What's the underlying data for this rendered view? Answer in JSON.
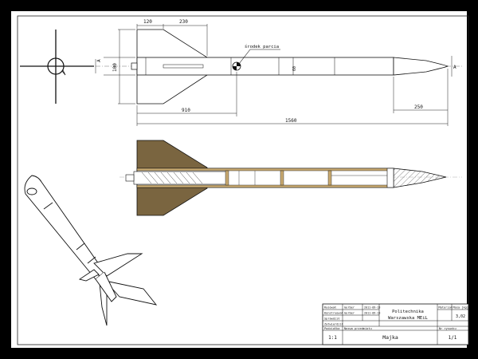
{
  "dimensions": {
    "fin_root_offset": "120",
    "fin_span": "230",
    "body_width": "100",
    "cg_offset": "910",
    "nose_length": "250",
    "total_length": "1560",
    "tube_diameter": "60",
    "end_mark": "A"
  },
  "labels": {
    "center_of_gravity": "środek parcia"
  },
  "title_block": {
    "institution_line1": "Politechnika",
    "institution_line2": "Warszawska MEiL",
    "rows": [
      {
        "role": "Rysował",
        "name": "Gerber",
        "date": "2011-09-13"
      },
      {
        "role": "Konstruował",
        "name": "Gerber",
        "date": "2011-09-13"
      },
      {
        "role": "Sprawdził",
        "name": "",
        "date": ""
      },
      {
        "role": "Zatwierdził",
        "name": "",
        "date": ""
      }
    ],
    "material_label": "Materiał",
    "mass_label": "Masa [kg]",
    "mass_value": "3,02",
    "scale_label": "Podziałka",
    "scale_value": "1:1",
    "name_label": "Nazwa przedmiotu",
    "name_value": "Majka",
    "drawing_no_label": "Nr rysunku",
    "drawing_no_value": "1/1"
  },
  "colors": {
    "fin_fill": "#7a6540",
    "body_tan": "#c8a970",
    "nose_hatch": "#555555"
  }
}
